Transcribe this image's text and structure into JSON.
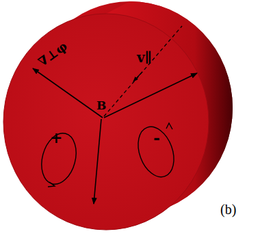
{
  "diagram": {
    "labels": [
      "v∥",
      "∇⊥φ",
      "B",
      "+",
      "-",
      "(b)"
    ]
  }
}
